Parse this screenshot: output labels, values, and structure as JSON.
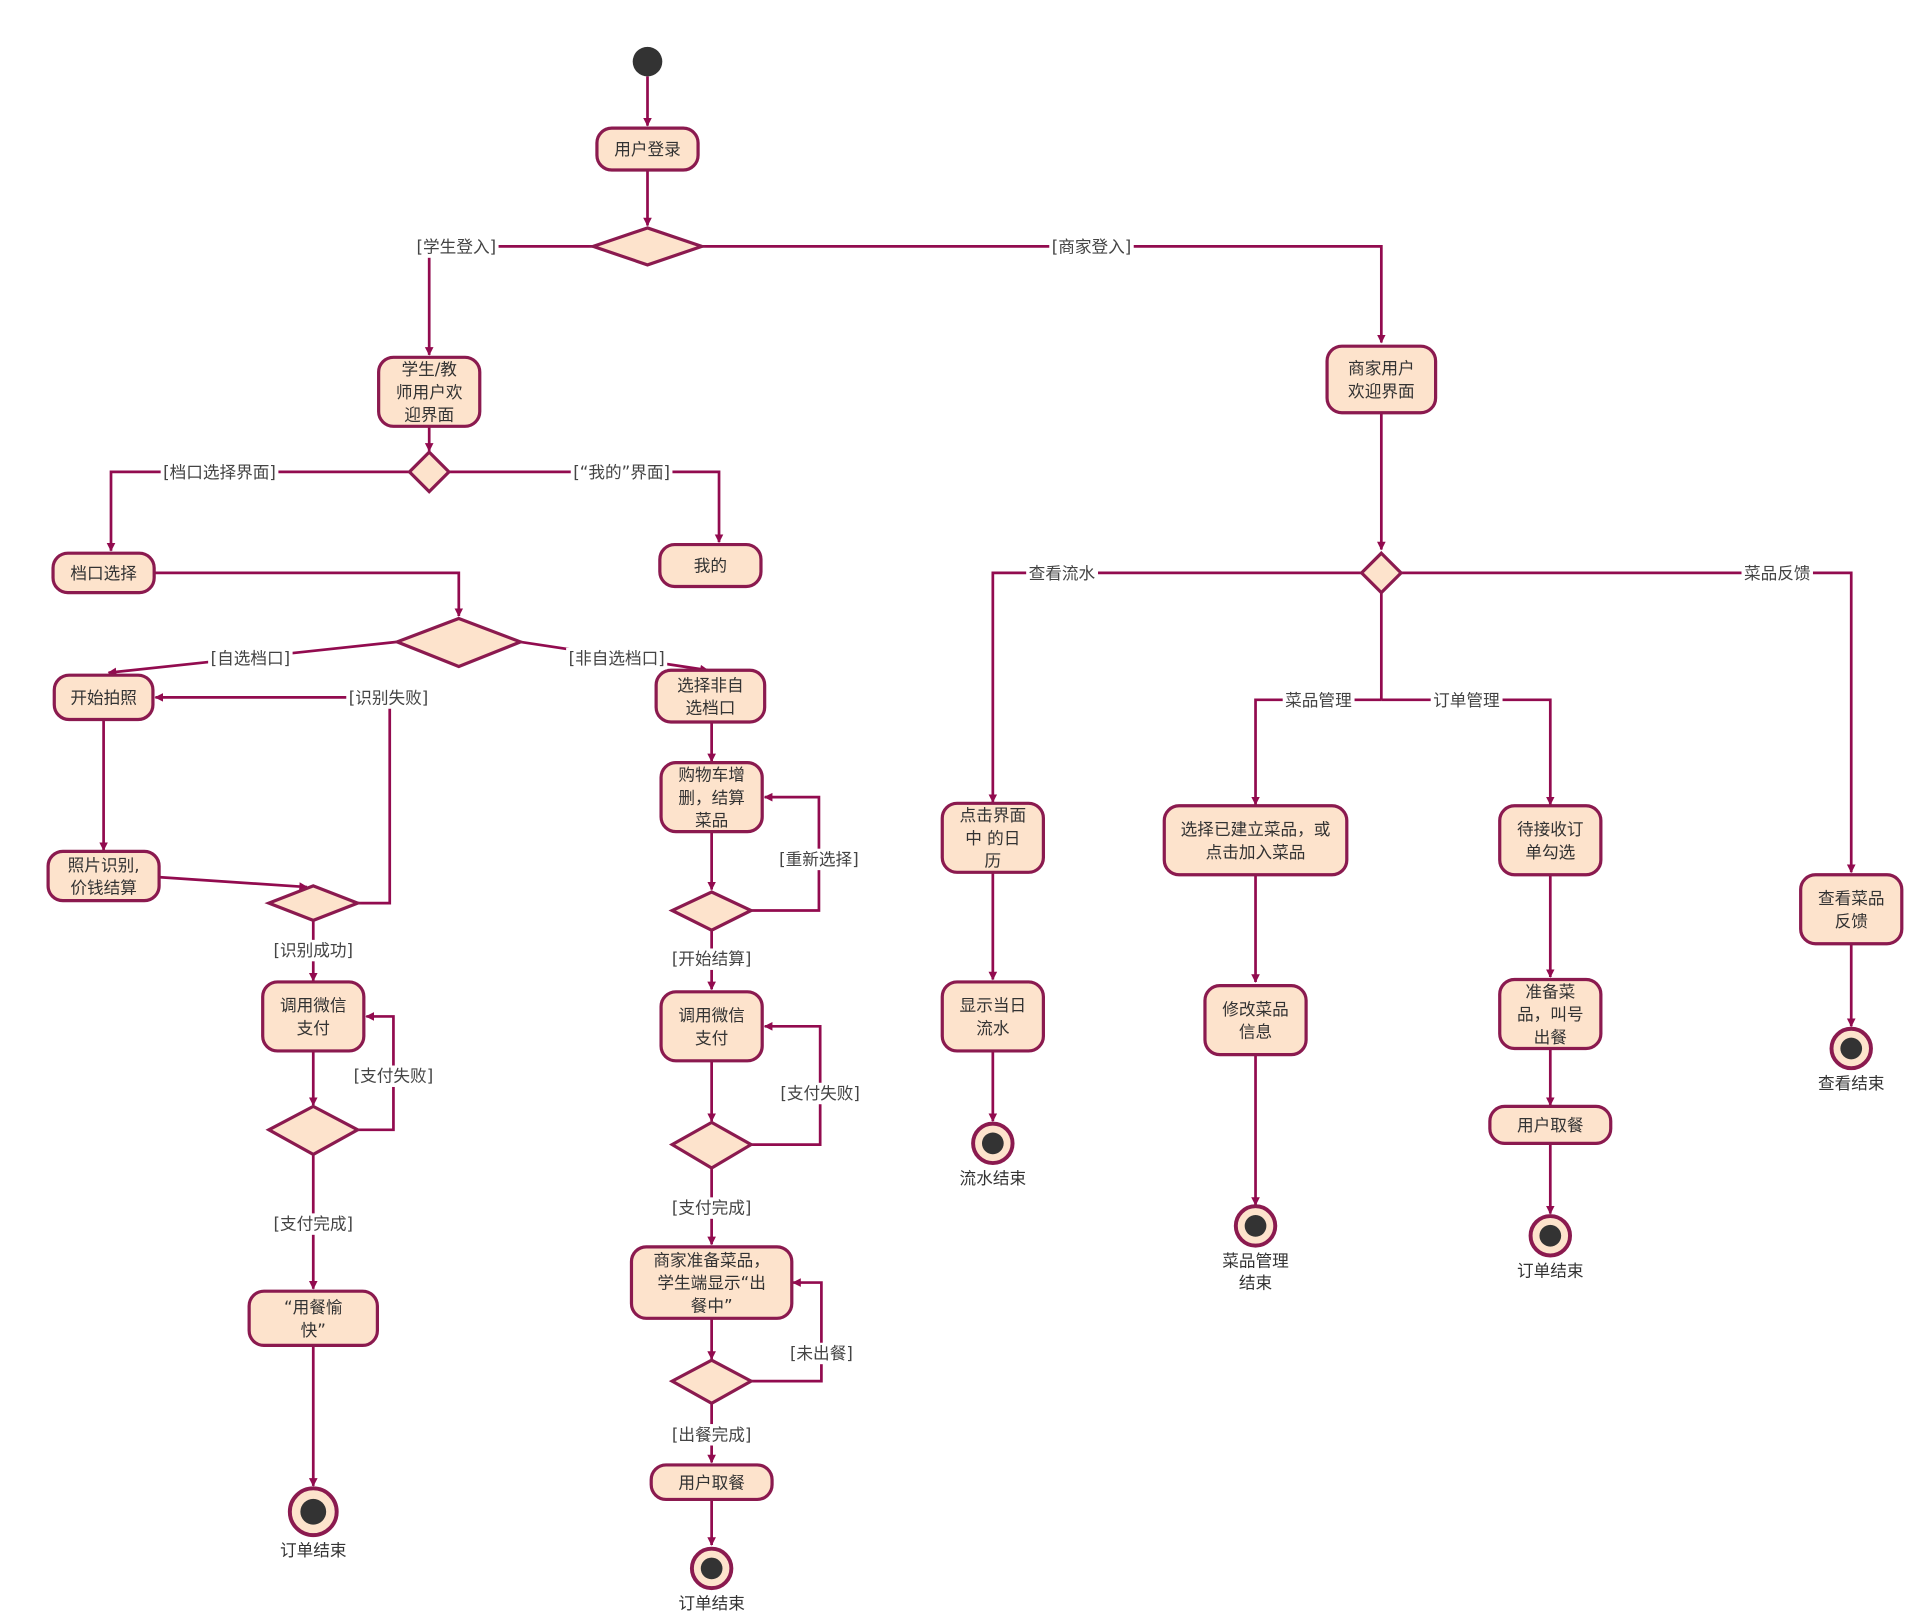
{
  "diagram": {
    "type": "UML activity diagram",
    "colors": {
      "node_fill": "#fde3cc",
      "node_stroke": "#8b1a4f",
      "edge": "#920b4f",
      "start_end_dot": "#333333",
      "text": "#333333"
    },
    "nodes": {
      "login": {
        "lines": [
          "用户登录"
        ]
      },
      "student_welcome": {
        "lines": [
          "学生/教",
          "师用户欢",
          "迎界面"
        ]
      },
      "merchant_welcome": {
        "lines": [
          "商家用户",
          "欢迎界面"
        ]
      },
      "stall_select": {
        "lines": [
          "档口选择"
        ]
      },
      "mine": {
        "lines": [
          "我的"
        ]
      },
      "start_photo": {
        "lines": [
          "开始拍照"
        ]
      },
      "photo_recognize": {
        "lines": [
          "照片识别,",
          "价钱结算"
        ]
      },
      "wechat_pay_1": {
        "lines": [
          "调用微信",
          "支付"
        ]
      },
      "enjoy_meal": {
        "lines": [
          "“用餐愉",
          "快”"
        ]
      },
      "select_non_self": {
        "lines": [
          "选择非自",
          "选档口"
        ]
      },
      "cart": {
        "lines": [
          "购物车增",
          "删，结算",
          "菜品"
        ]
      },
      "wechat_pay_2": {
        "lines": [
          "调用微信",
          "支付"
        ]
      },
      "merchant_prepare": {
        "lines": [
          "商家准备菜品，",
          "学生端显示“出",
          "餐中”"
        ]
      },
      "user_pickup_1": {
        "lines": [
          "用户取餐"
        ]
      },
      "click_calendar": {
        "lines": [
          "点击界面",
          "中 的日",
          "历"
        ]
      },
      "show_daily_flow": {
        "lines": [
          "显示当日",
          "流水"
        ]
      },
      "select_dish": {
        "lines": [
          "选择已建立菜品，或",
          "点击加入菜品"
        ]
      },
      "edit_dish": {
        "lines": [
          "修改菜品",
          "信息"
        ]
      },
      "pending_orders": {
        "lines": [
          "待接收订",
          "单勾选"
        ]
      },
      "prepare_call": {
        "lines": [
          "准备菜",
          "品，叫号",
          "出餐"
        ]
      },
      "user_pickup_2": {
        "lines": [
          "用户取餐"
        ]
      },
      "view_feedback": {
        "lines": [
          "查看菜品",
          "反馈"
        ]
      }
    },
    "end_nodes": {
      "order_end_1": {
        "label": "订单结束"
      },
      "order_end_2": {
        "label": "订单结束"
      },
      "flow_end": {
        "label": "流水结束"
      },
      "dish_mgmt_end": {
        "lines": [
          "菜品管理",
          "结束"
        ]
      },
      "order_end_3": {
        "label": "订单结束"
      },
      "view_end": {
        "label": "查看结束"
      }
    },
    "guards": {
      "student_login": "[学生登入]",
      "merchant_login": "[商家登入]",
      "stall_ui": "[档口选择界面]",
      "mine_ui": "[“我的”界面]",
      "self_stall": "[自选档口]",
      "non_self_stall": "[非自选档口]",
      "recognize_fail": "[识别失败]",
      "recognize_ok": "[识别成功]",
      "pay_fail_1": "[支付失败]",
      "pay_done_1": "[支付完成]",
      "reselect": "[重新选择]",
      "start_checkout": "[开始结算]",
      "pay_fail_2": "[支付失败]",
      "pay_done_2": "[支付完成]",
      "not_served": "[未出餐]",
      "served": "[出餐完成]",
      "view_flow": "查看流水",
      "dish_mgmt": "菜品管理",
      "order_mgmt": "订单管理",
      "dish_feedback": "菜品反馈"
    }
  }
}
